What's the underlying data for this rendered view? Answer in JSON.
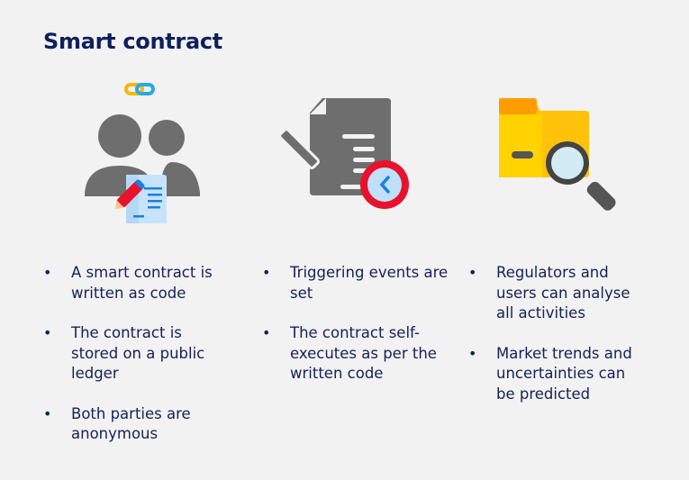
{
  "title": "Smart contract",
  "icons": [
    "users-contract-icon",
    "document-clock-icon",
    "folder-search-icon"
  ],
  "colors": {
    "background": "#f2f2f2",
    "text": "#14205a",
    "icon_gray": "#6e6e6e",
    "yellow": "#ffd200",
    "red": "#e8122d",
    "blue": "#1a7fe0"
  },
  "columns": [
    {
      "bullets": [
        "A smart contract is written as code",
        "The contract is stored on a public ledger",
        "Both parties are anonymous"
      ]
    },
    {
      "bullets": [
        "Triggering events are set",
        "The contract self-executes as per the written code"
      ]
    },
    {
      "bullets": [
        "Regulators and users can analyse all activities",
        "Market trends and uncertainties can be predicted"
      ]
    }
  ]
}
